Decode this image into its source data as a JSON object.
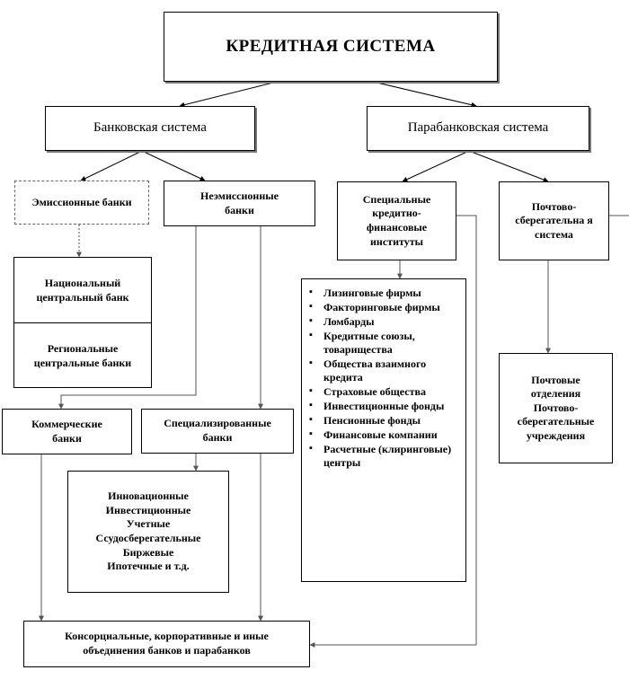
{
  "title": "КРЕДИТНАЯ СИСТЕМА",
  "banking_system": "Банковская система",
  "parabanking_system": "Парабанковская система",
  "emission_banks": "Эмиссионные банки",
  "non_emission_banks": "Неэмиссионные банки",
  "special_institutions": "Специальные кредитно-финансовые институты",
  "postal_system": "Почтово-сберегательна я система",
  "national_bank": "Национальный центральный банк",
  "regional_banks": "Региональные центральные банки",
  "commercial_banks": "Коммерческие банки",
  "specialized_banks": "Специализированные банки",
  "specialized_list": [
    "Инновационные",
    "Инвестиционные",
    "Учетные",
    "Ссудосберегательные",
    "Биржевые",
    "Ипотечные и т.д."
  ],
  "institutions_list": [
    "Лизинговые фирмы",
    "Факторинговые фирмы",
    "Ломбарды",
    "Кредитные союзы, товарищества",
    "Общества взаимного кредита",
    "Страховые общества",
    "Инвестиционные фонды",
    "Пенсионные фонды",
    "Финансовые компании",
    "Расчетные (клиринговые) центры"
  ],
  "postal_list": [
    "Почтовые отделения",
    "Почтово-сберегательные учреждения"
  ],
  "consortia": "Консорциальные, корпоративные и иные объединения банков и парабанков"
}
